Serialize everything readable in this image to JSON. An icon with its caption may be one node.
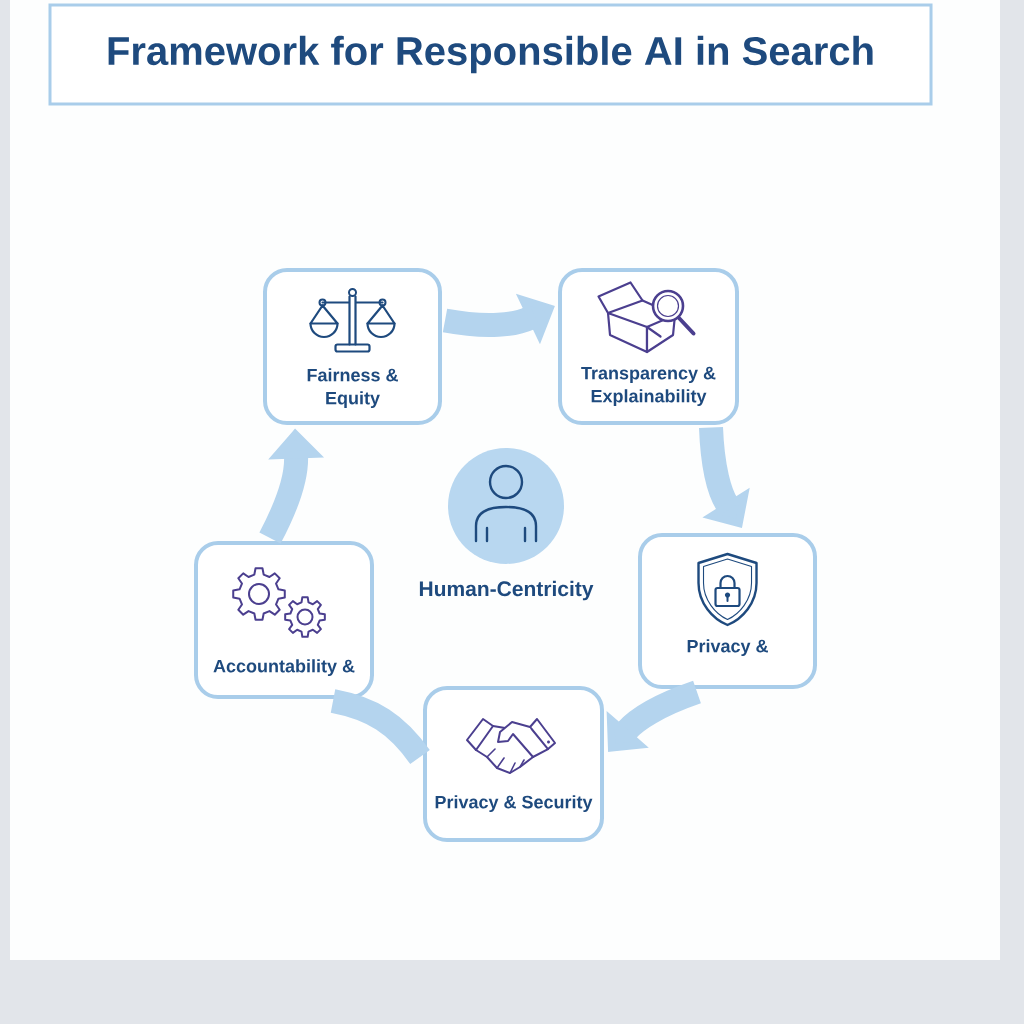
{
  "diagram": {
    "title": "Framework for Responsible AI in Search",
    "nodes": [
      {
        "text": [
          "Fairness & Equity"
        ]
      },
      {
        "text": [
          "Transparency & Explainability"
        ]
      },
      {
        "text": [
          "Human-Centricity"
        ]
      },
      {
        "text": [
          "Privacy &"
        ]
      },
      {
        "text": [
          "Accountability &"
        ]
      },
      {
        "text": [
          "Privacy & Security"
        ]
      }
    ],
    "edges": [
      {
        "from": 0,
        "to": 1,
        "arrow": "to"
      },
      {
        "from": 1,
        "to": 3,
        "arrow": "to"
      },
      {
        "from": 3,
        "to": 5,
        "arrow": "to"
      },
      {
        "from": 5,
        "to": 4,
        "arrow": "none"
      },
      {
        "from": 4,
        "to": 0,
        "arrow": "to"
      }
    ]
  }
}
